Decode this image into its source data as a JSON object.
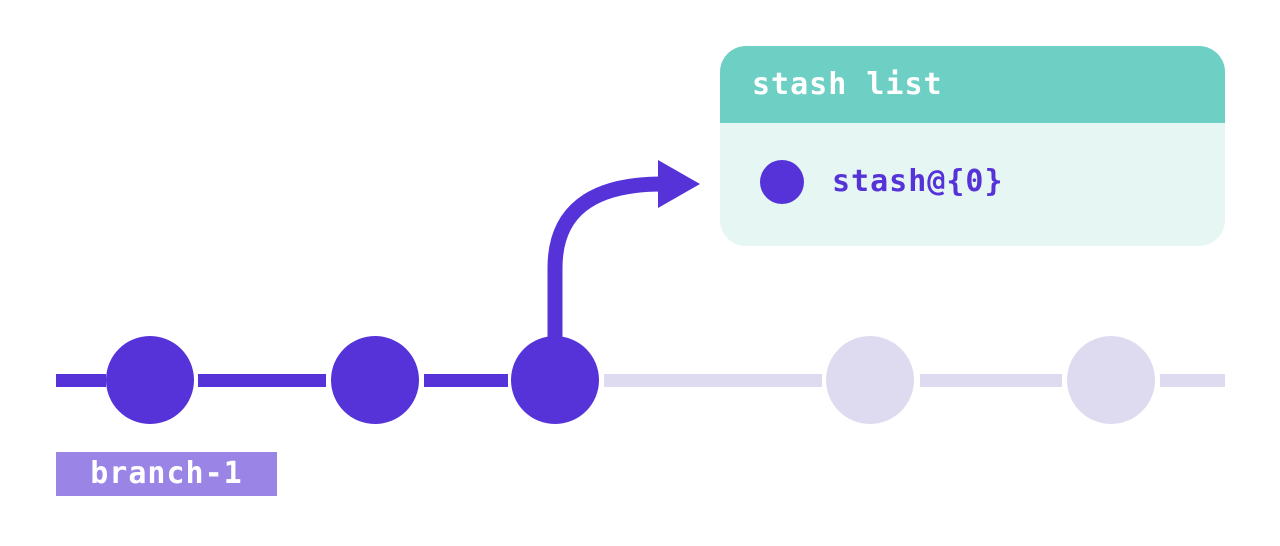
{
  "colors": {
    "accent": "#5533d8",
    "inactive": "#dedbf0",
    "branch_label_bg": "#9a84e6",
    "panel_header": "#6ed0c4",
    "panel_body": "#e5f6f3",
    "text_on_accent": "#ffffff"
  },
  "branch": {
    "label": "branch-1"
  },
  "commits": [
    {
      "state": "active"
    },
    {
      "state": "active"
    },
    {
      "state": "active"
    },
    {
      "state": "inactive"
    },
    {
      "state": "inactive"
    }
  ],
  "stash_panel": {
    "title": "stash list",
    "entries": [
      {
        "label": "stash@{0}"
      }
    ]
  },
  "arrow": {
    "from": "commit-3",
    "to": "stash-list"
  }
}
